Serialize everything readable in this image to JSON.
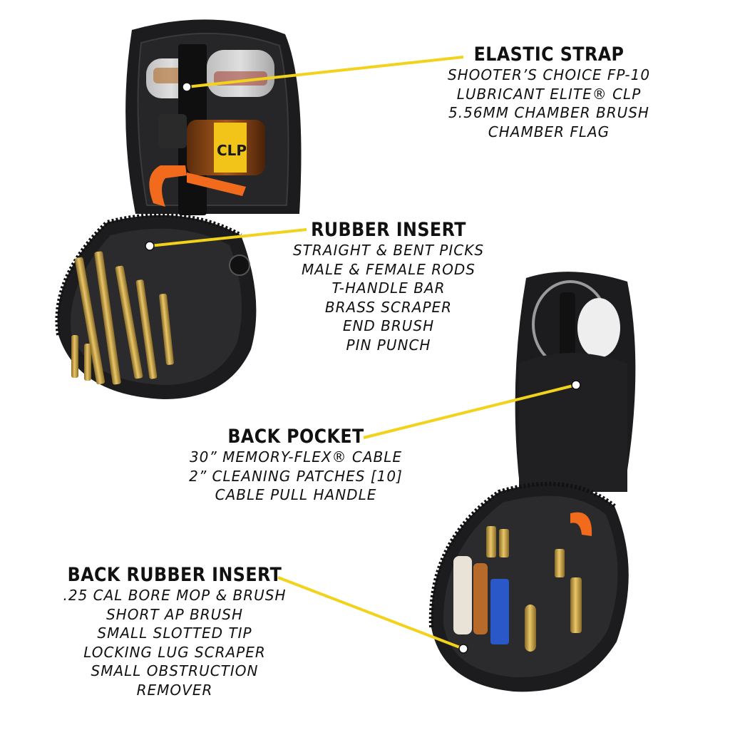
{
  "colors": {
    "callout_line": "#f2d21b",
    "pouch": "#1c1c1e",
    "brass": "#c9a24a",
    "accent_orange": "#f26a1b",
    "text": "#111111"
  },
  "callouts": {
    "elastic_strap": {
      "title": "ELASTIC STRAP",
      "items": [
        "SHOOTER’S CHOICE FP-10",
        "LUBRICANT ELITE® CLP",
        "5.56MM CHAMBER BRUSH",
        "CHAMBER FLAG"
      ]
    },
    "rubber_insert": {
      "title": "RUBBER INSERT",
      "items": [
        "STRAIGHT & BENT PICKS",
        "MALE & FEMALE RODS",
        "T-HANDLE BAR",
        "BRASS SCRAPER",
        "END BRUSH",
        "PIN PUNCH"
      ]
    },
    "back_pocket": {
      "title": "BACK POCKET",
      "items": [
        "30” MEMORY-FLEX® CABLE",
        "2” CLEANING PATCHES [10]",
        "CABLE PULL HANDLE"
      ]
    },
    "back_rubber_insert": {
      "title": "BACK RUBBER INSERT",
      "items": [
        ".25 CAL BORE MOP & BRUSH",
        "SHORT AP BRUSH",
        "SMALL SLOTTED TIP",
        "LOCKING LUG SCRAPER",
        "SMALL OBSTRUCTION",
        "REMOVER"
      ]
    }
  },
  "label_clp": "CLP"
}
